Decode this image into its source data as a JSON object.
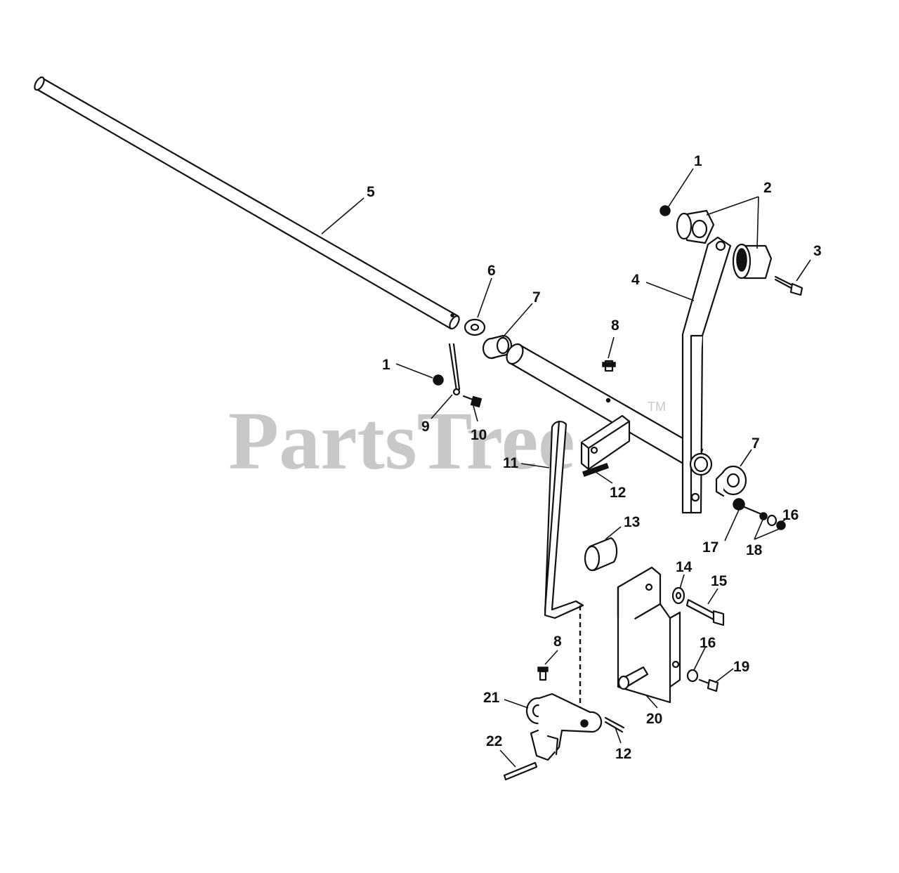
{
  "watermark": {
    "text": "PartsTree",
    "trademark": "TM",
    "color": "#c8c8c8"
  },
  "callouts": {
    "c1a": "1",
    "c2": "2",
    "c3": "3",
    "c4": "4",
    "c5": "5",
    "c6": "6",
    "c7a": "7",
    "c8a": "8",
    "c1b": "1",
    "c9": "9",
    "c10": "10",
    "c11": "11",
    "c7b": "7",
    "c12a": "12",
    "c13": "13",
    "c16a": "16",
    "c17": "17",
    "c18": "18",
    "c14": "14",
    "c15": "15",
    "c8b": "8",
    "c16b": "16",
    "c19": "19",
    "c21": "21",
    "c20": "20",
    "c22": "22",
    "c12b": "12"
  }
}
